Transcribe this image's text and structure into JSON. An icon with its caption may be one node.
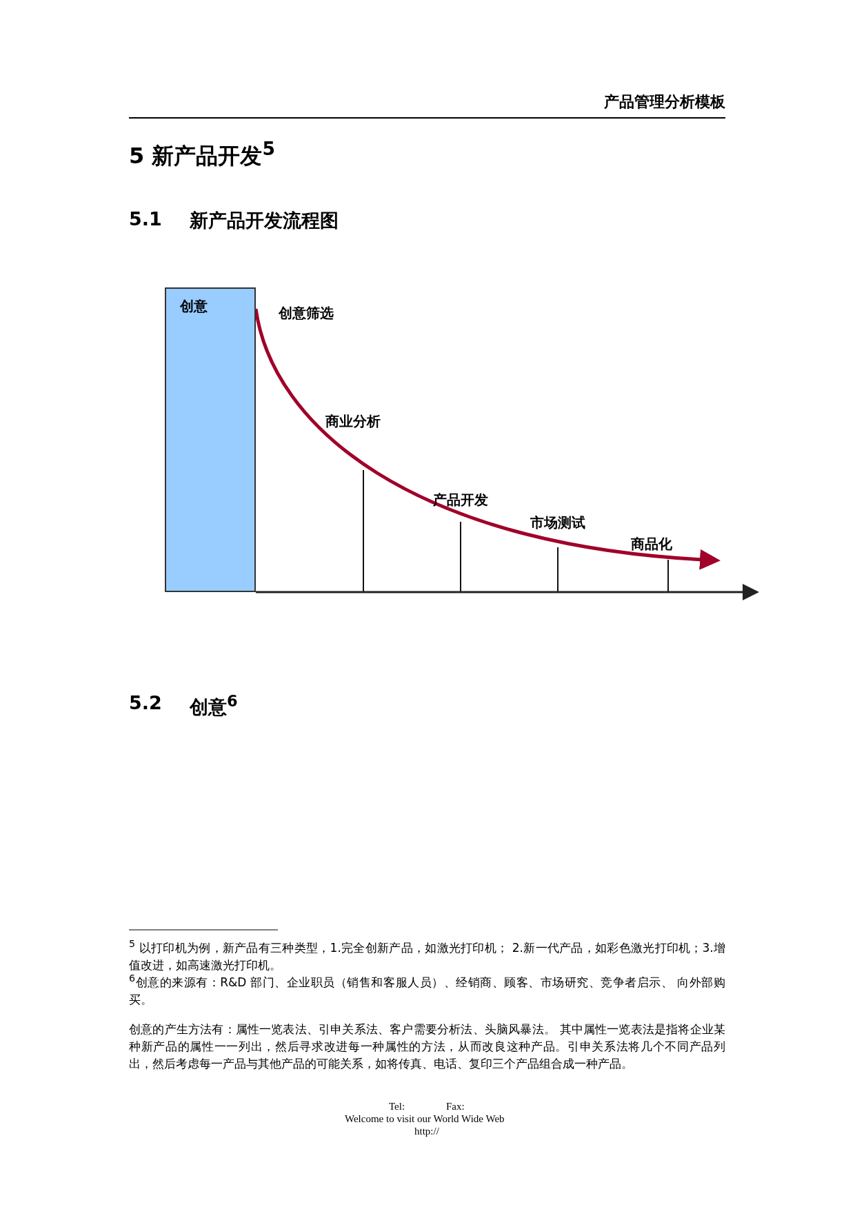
{
  "diagram": {
    "nodes": [
      {
        "text": [
          "创意"
        ]
      }
    ],
    "labels": [
      "产品管理分析模板",
      "5  新产品开发$^{5}$",
      "5.1",
      "新产品开发流程图",
      "创意筛选",
      "商业分析",
      "产品开发",
      "市场测试",
      "商品化",
      "5.2",
      "创意$^{6}$",
      "$^{5}$ 以打印机为例，新产品有三种类型，1.完全创新产品，如激光打印机； 2.新一代产品，如彩色激光打印机；3.增值改进，如高速激光打印机。",
      "$^{6}$创意的来源有：R&D 部门、企业职员（销售和客服人员）、经销商、顾客、市场研究、竞争者启示、 向外部购买。",
      "创意的产生方法有：属性一览表法、引申关系法、客户需要分析法、头脑风暴法。 其中属性一览表法是指将企业某种新产品的属性一一列出，然后寻求改进每一种属性的方法，从而改良这种产品。引申关系法将几个不同产品列出，然后考虑每一产品与其他产品的可能关系，如将传真、电话、复印三个产品组合成一种产品。",
      "Tel:",
      "Fax:",
      "Welcome to visit our World Wide Web",
      "http://"
    ]
  }
}
